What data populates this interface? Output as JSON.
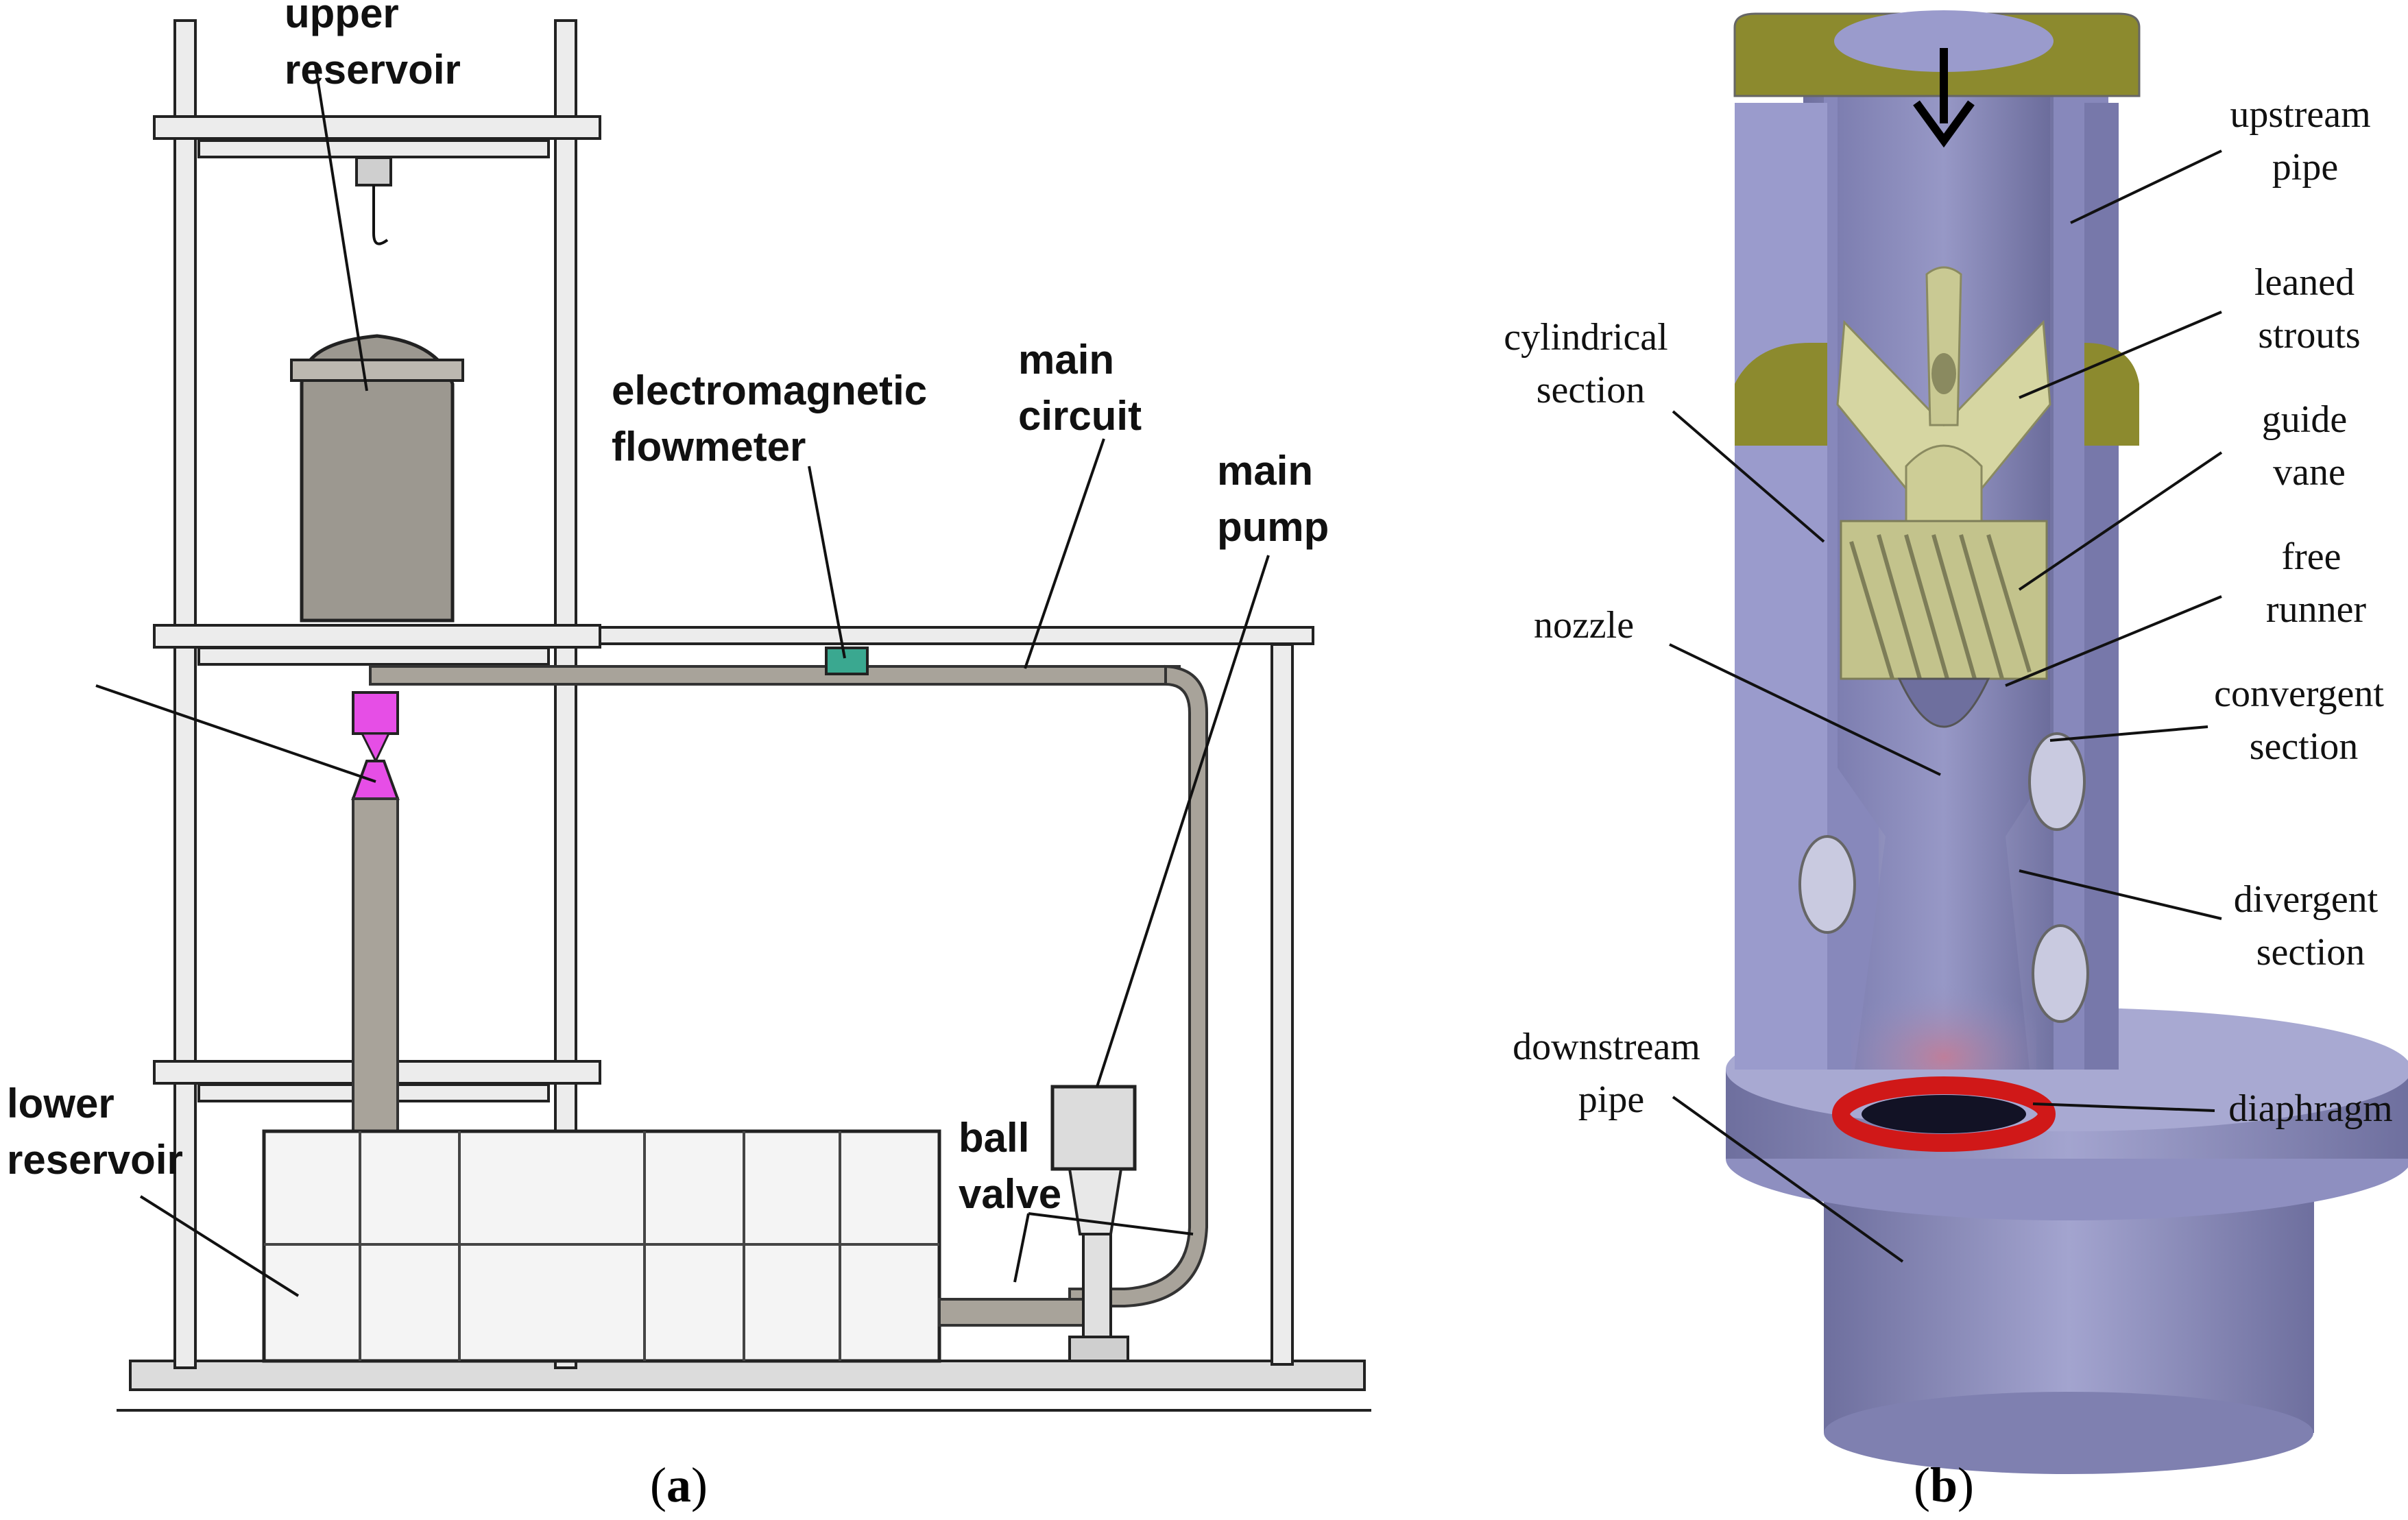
{
  "panel_a": {
    "labels": {
      "upper_reservoir": [
        "upper",
        "reservoir"
      ],
      "electromagnetic_flowmeter": [
        "electromagnetic",
        "flowmeter"
      ],
      "main_circuit": [
        "main",
        "circuit"
      ],
      "main_pump": [
        "main",
        "pump"
      ],
      "lower_reservoir": [
        "lower",
        "reservoir"
      ],
      "ball_valve": [
        "ball",
        "valve"
      ]
    },
    "caption": {
      "open": "(",
      "letter": "a",
      "close": ")"
    },
    "colors": {
      "test_section": "#e64ee6",
      "pipe": "#a8a39a",
      "frame": "#ececec",
      "reservoir": "#9c9890"
    }
  },
  "panel_b": {
    "labels": {
      "upstream_pipe": [
        "upstream",
        "pipe"
      ],
      "leaned_strouts": [
        "leaned",
        "strouts"
      ],
      "cylindrical_section": [
        "cylindrical",
        "section"
      ],
      "guide_vane": [
        "guide",
        "vane"
      ],
      "free_runner": [
        "free",
        "runner"
      ],
      "nozzle": [
        "nozzle"
      ],
      "convergent_section": [
        "convergent",
        "section"
      ],
      "divergent_section": [
        "divergent",
        "section"
      ],
      "downstream_pipe": [
        "downstream",
        "pipe"
      ],
      "diaphragm": [
        "diaphragm"
      ]
    },
    "caption": {
      "open": "(",
      "letter": "b",
      "close": ")"
    },
    "colors": {
      "body": "#8e8fc0",
      "flange": "#8c8a2e",
      "blades": "#d6d6a2",
      "diaphragm": "#d01818"
    }
  }
}
